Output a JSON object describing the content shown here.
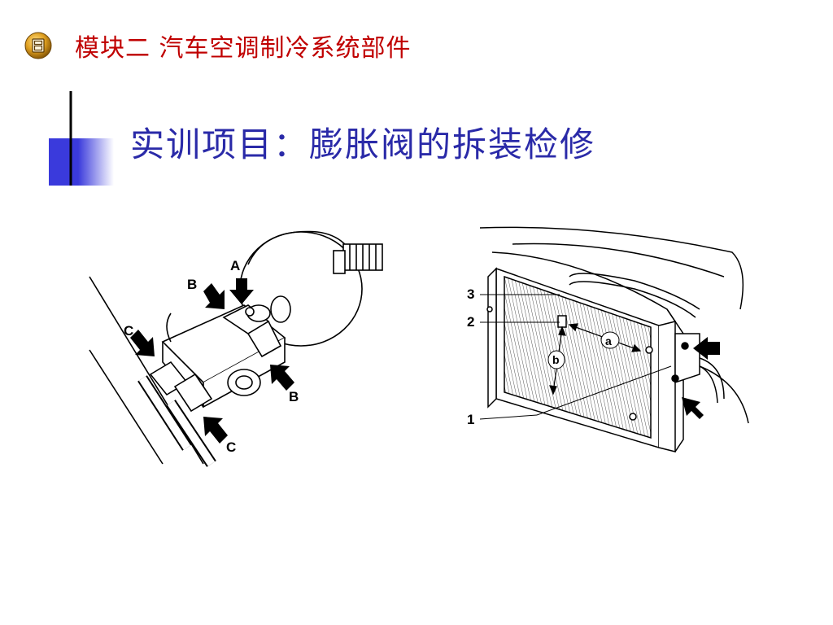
{
  "header": {
    "module_icon": "document-icon",
    "module_title": "模块二  汽车空调制冷系统部件"
  },
  "slide": {
    "title": "实训项目：膨胀阀的拆装检修"
  },
  "figures": {
    "left": {
      "labels": {
        "a": "A",
        "b1": "B",
        "b2": "B",
        "c1": "C",
        "c2": "C"
      }
    },
    "right": {
      "labels": {
        "n3": "3",
        "n2": "2",
        "n1": "1",
        "a": "a",
        "b": "b"
      }
    }
  },
  "colors": {
    "module_title": "#c00000",
    "slide_title": "#2a2aa8",
    "accent_block": "#3a3adc"
  }
}
